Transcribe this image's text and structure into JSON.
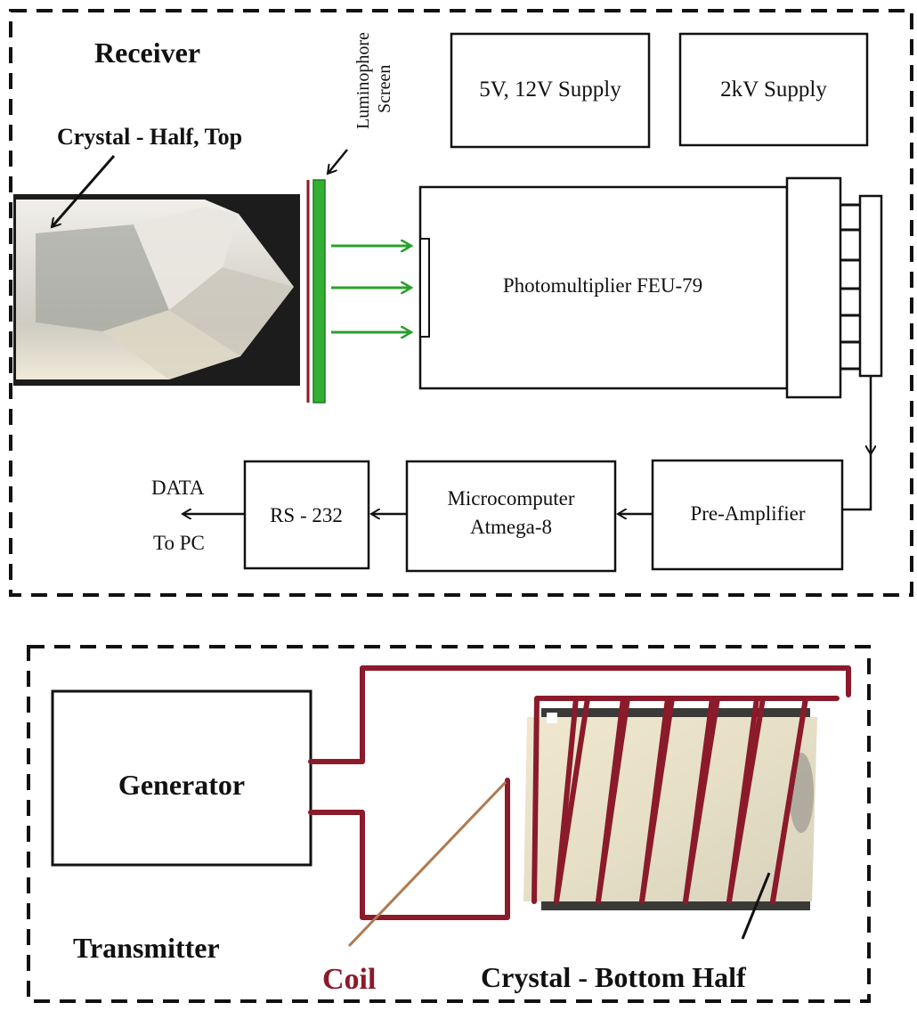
{
  "receiver": {
    "title": "Receiver",
    "crystal_label": "Crystal - Half, Top",
    "screen_label_line1": "Luminophore",
    "screen_label_line2": "Screen",
    "supply_5v12v": "5V, 12V Supply",
    "supply_2kv": "2kV Supply",
    "photomultiplier": "Photomultiplier FEU-79",
    "preamp": "Pre-Amplifier",
    "micro_line1": "Microcomputer",
    "micro_line2": "Atmega-8",
    "rs232": "RS - 232",
    "data_line1": "DATA",
    "data_line2": "To PC"
  },
  "transmitter": {
    "title": "Transmitter",
    "generator": "Generator",
    "coil_label": "Coil",
    "crystal_label": "Crystal - Bottom Half"
  },
  "colors": {
    "coil": "#8b1a2a",
    "light_arrows": "#2aa02a",
    "screen": "#33b033",
    "coil_pointer": "#b07a50"
  }
}
